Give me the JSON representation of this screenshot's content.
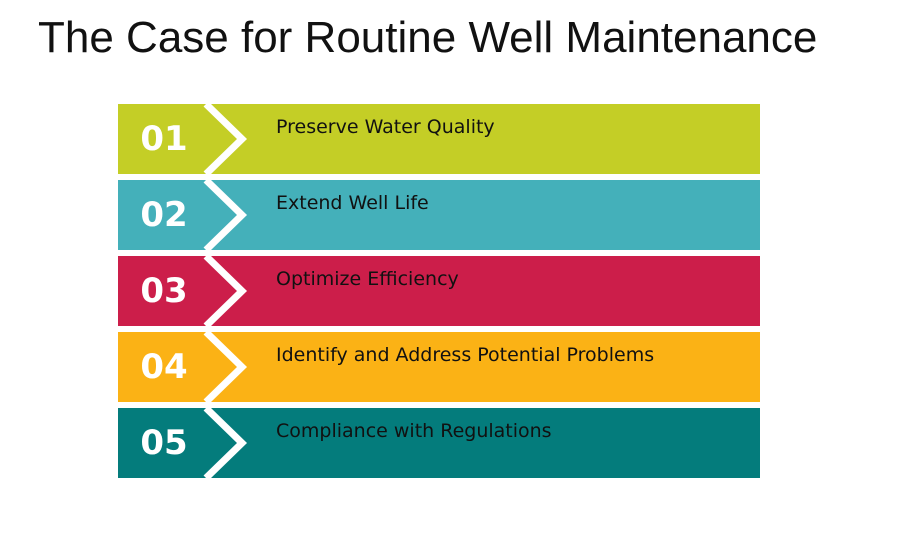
{
  "title": "The Case for Routine Well Maintenance",
  "steps": [
    {
      "number": "01",
      "label": "Preserve Water Quality",
      "color": "#c4ce26"
    },
    {
      "number": "02",
      "label": "Extend Well Life",
      "color": "#44b0ba"
    },
    {
      "number": "03",
      "label": "Optimize Efficiency",
      "color": "#cc1e4a"
    },
    {
      "number": "04",
      "label": "Identify and Address Potential Problems",
      "color": "#fbb215"
    },
    {
      "number": "05",
      "label": "Compliance with Regulations",
      "color": "#047c7c"
    }
  ]
}
